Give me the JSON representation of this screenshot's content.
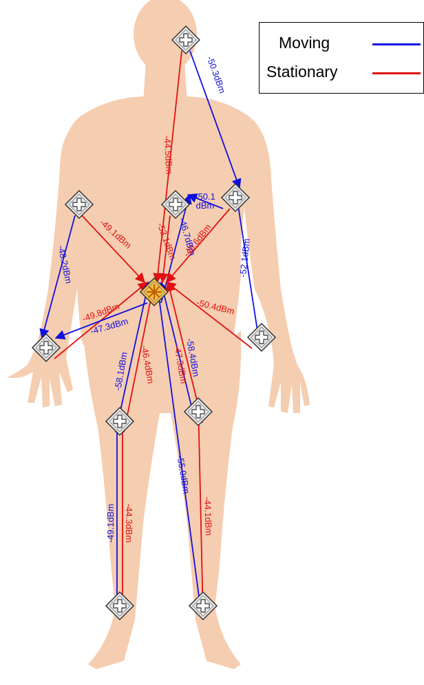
{
  "colors": {
    "moving": "#1010e0",
    "stationary": "#e01010",
    "body": "#f5cdb0",
    "hub_fill": "#f5c04a",
    "hub_star": "#c06000",
    "node_fill": "#e8e8e8"
  },
  "legend": {
    "items": [
      {
        "key": "moving",
        "label": "Moving"
      },
      {
        "key": "stationary",
        "label": "Stationary"
      }
    ]
  },
  "hub": {
    "id": "chest"
  },
  "nodes": [
    {
      "id": "head"
    },
    {
      "id": "left-shoulder"
    },
    {
      "id": "center-chest"
    },
    {
      "id": "right-shoulder"
    },
    {
      "id": "left-wrist"
    },
    {
      "id": "right-wrist"
    },
    {
      "id": "left-knee"
    },
    {
      "id": "right-knee"
    },
    {
      "id": "left-ankle"
    },
    {
      "id": "right-ankle"
    }
  ],
  "links": [
    {
      "from": "head",
      "to": "chest",
      "type": "stationary",
      "label": "-44.5dBm"
    },
    {
      "from": "head",
      "to": "right-shoulder",
      "type": "moving",
      "label": "-50.3dBm"
    },
    {
      "from": "right-shoulder",
      "to": "center-chest",
      "type": "moving",
      "label": "-50.1\ndBm"
    },
    {
      "from": "left-shoulder",
      "to": "chest",
      "type": "stationary",
      "label": "-49.1dBm"
    },
    {
      "from": "left-shoulder",
      "to": "left-wrist",
      "type": "moving",
      "label": "-48.2dBm"
    },
    {
      "from": "center-chest",
      "to": "chest",
      "type": "stationary",
      "label": "-53.1dBm"
    },
    {
      "from": "chest",
      "to": "center-chest",
      "type": "moving",
      "label": "-46.7dBm"
    },
    {
      "from": "right-shoulder",
      "to": "chest",
      "type": "stationary",
      "label": "-48.6dBm"
    },
    {
      "from": "right-wrist",
      "to": "right-shoulder",
      "type": "moving",
      "label": "-52.1dBm"
    },
    {
      "from": "left-wrist",
      "to": "chest",
      "type": "stationary",
      "label": "-49.8dBm"
    },
    {
      "from": "chest",
      "to": "left-wrist",
      "type": "moving",
      "label": "-47.3dBm"
    },
    {
      "from": "right-wrist",
      "to": "chest",
      "type": "stationary",
      "label": "-50.4dBm"
    },
    {
      "from": "left-knee",
      "to": "chest",
      "type": "moving",
      "label": "-58.1dBm"
    },
    {
      "from": "left-knee",
      "to": "chest",
      "type": "stationary",
      "label": "-46.4dBm"
    },
    {
      "from": "right-knee",
      "to": "chest",
      "type": "moving",
      "label": "-58.4dBm"
    },
    {
      "from": "right-knee",
      "to": "chest",
      "type": "stationary",
      "label": "-47.3dBm"
    },
    {
      "from": "left-ankle",
      "to": "left-knee",
      "type": "moving",
      "label": "-49.1dBm"
    },
    {
      "from": "left-ankle",
      "to": "left-knee",
      "type": "stationary",
      "label": "-44.3dBm"
    },
    {
      "from": "right-ankle",
      "to": "chest",
      "type": "moving",
      "label": "-55.0dBm"
    },
    {
      "from": "right-ankle",
      "to": "right-knee",
      "type": "stationary",
      "label": "-44.1dBm"
    }
  ]
}
